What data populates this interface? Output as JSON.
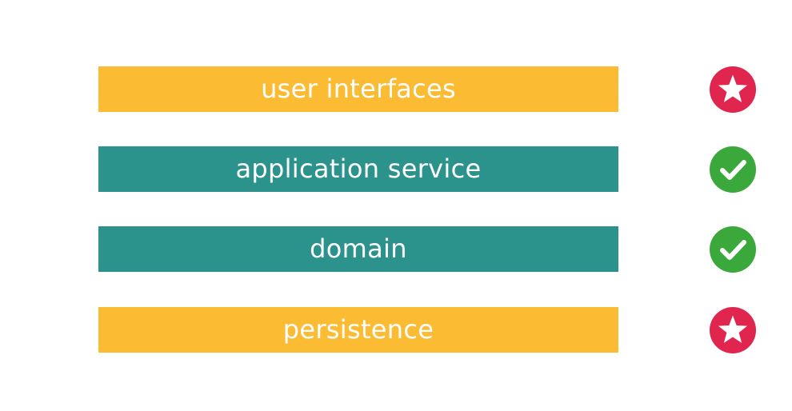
{
  "layers": [
    {
      "label": "user interfaces",
      "color": "#fbbb33",
      "status": "star-icon",
      "status_color": "#e0264f"
    },
    {
      "label": "application service",
      "color": "#2b938c",
      "status": "check-icon",
      "status_color": "#3aa83a"
    },
    {
      "label": "domain",
      "color": "#2b938c",
      "status": "check-icon",
      "status_color": "#3aa83a"
    },
    {
      "label": "persistence",
      "color": "#fbbb33",
      "status": "star-icon",
      "status_color": "#e0264f"
    }
  ]
}
